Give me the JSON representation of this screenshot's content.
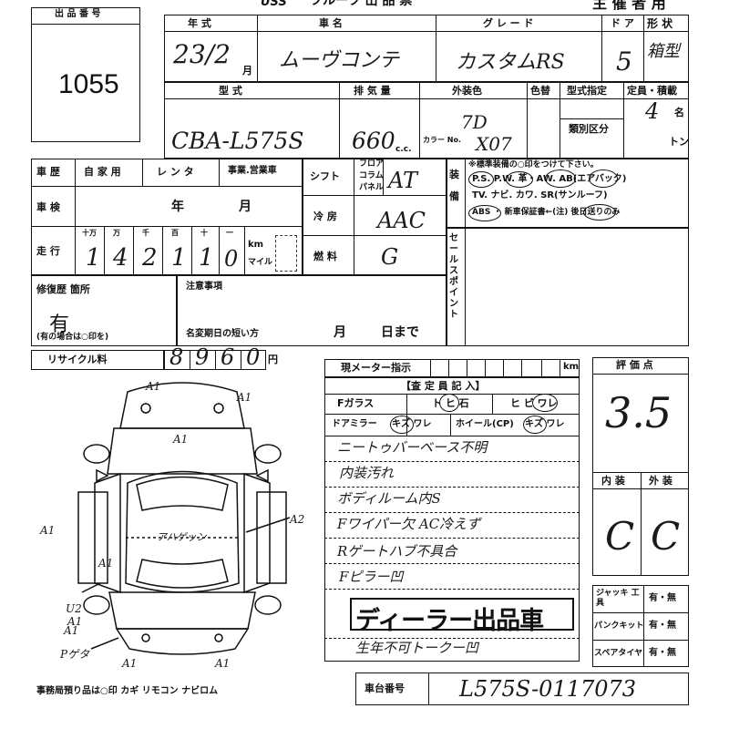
{
  "header": {
    "org": "USS",
    "title_partial": "フルーツ 出 品 票",
    "host_mark": "主 催 者 用"
  },
  "lot": {
    "label": "出 品 番 号",
    "number": "1055"
  },
  "row1": {
    "year_label": "年  式",
    "year_value": "23/2",
    "month_unit": "月",
    "name_label": "車  名",
    "name_value": "ムーヴコンテ",
    "grade_label": "グ レ ー ド",
    "grade_value": "カスタムRS",
    "door_label": "ド ア",
    "door_value": "5",
    "shape_label": "形 状",
    "shape_value": "箱型"
  },
  "row2": {
    "model_label": "型  式",
    "model_value": "CBA-L575S",
    "disp_label": "排 気 量",
    "disp_value": "660",
    "disp_unit": "c.c.",
    "color_label": "外装色",
    "color_value": "7D",
    "colorno_label": "カラー No.",
    "colorno_value": "X07",
    "retouch_label": "色替",
    "type_label": "型式指定",
    "class_label": "類別区分",
    "cap_label": "定員・積載",
    "cap_value": "4",
    "cap_unit1": "名",
    "cap_unit2": "トン"
  },
  "history": {
    "label": "車 歴",
    "opt1": "自 家 用",
    "opt2": "レ ン タ",
    "opt3": "事業.営業車",
    "inspect_label": "車 検",
    "year_unit": "年",
    "month_unit": "月",
    "mileage_label": "走 行",
    "digits_labels": [
      "十万",
      "万",
      "千",
      "百",
      "十",
      "一"
    ],
    "digits": [
      "1",
      "4",
      "2",
      "1",
      "1",
      "0"
    ],
    "km": "km",
    "mile": "マイル"
  },
  "mid": {
    "shift_label": "シフト",
    "floor_labels": [
      "フロア",
      "コラム",
      "パネル"
    ],
    "shift_value": "AT",
    "ac_label": "冷 房",
    "ac_value": "AAC",
    "fuel_label": "燃 料",
    "fuel_value": "G"
  },
  "equipment": {
    "label": "装 備",
    "note": "※標準装備の○印をつけて下さい。",
    "line1": "P.S.  P.W.  革・AW.  AB(エアバック)",
    "line2": "TV.  ナビ.  カワ.  SR(サンルーフ)",
    "line3": "ABS ・ 新車保証書←(注) 後日送りのみ",
    "sale_label": "セールスポイント"
  },
  "repair": {
    "label": "修復歴 箇所",
    "value": "有",
    "note": "(有の場合は○印を)",
    "caution_label": "注意事項",
    "short_label": "名変期日の短い方",
    "month": "月",
    "day": "日まで"
  },
  "recycle": {
    "label": "リサイクル料",
    "digits": [
      "8",
      "9",
      "6",
      "0"
    ],
    "unit": "円"
  },
  "meter": {
    "label": "現メーター指示",
    "unit": "km"
  },
  "inspector": {
    "label": "【査 定 員 記 入】",
    "glass_label": "Fガラス",
    "glass_opts": "ト ヒ 石",
    "crack_opts": "ヒ ビ ワレ",
    "mirror_label": "ドアミラー",
    "mirror_opts": "キズ ワレ",
    "wheel_label": "ホイール(CP)",
    "wheel_opts": "キズ ワレ",
    "notes": [
      "ニートゥバーベース不明",
      "内装汚れ",
      "ボディルーム内S",
      "Fワイパー欠  AC冷えず",
      "Rゲートハブ不具合",
      "Fピラー凹"
    ],
    "stamp": "ディーラー出品車",
    "footer_note": "生年不可トークー凹"
  },
  "score": {
    "label": "評 価 点",
    "value": "3.5",
    "int_label": "内 装",
    "ext_label": "外 装",
    "int_value": "C",
    "ext_value": "C"
  },
  "tools": {
    "jack_label": "ジャッキ 工 具",
    "jack_value": "有・無",
    "puncture_label": "パンクキット",
    "puncture_value": "有・無",
    "spare_label": "スペアタイヤ",
    "spare_value": "有・無"
  },
  "chassis": {
    "label": "車台番号",
    "value": "L575S-0117073"
  },
  "diagram": {
    "marks": [
      "A1",
      "A1",
      "A1",
      "A1",
      "A1",
      "A1",
      "A1",
      "A1",
      "A2",
      "アハゲッン",
      "U2",
      "A1",
      "Pゲタ"
    ],
    "footer": "事務局預り品は○印   カギ  リモコン  ナビロム"
  }
}
